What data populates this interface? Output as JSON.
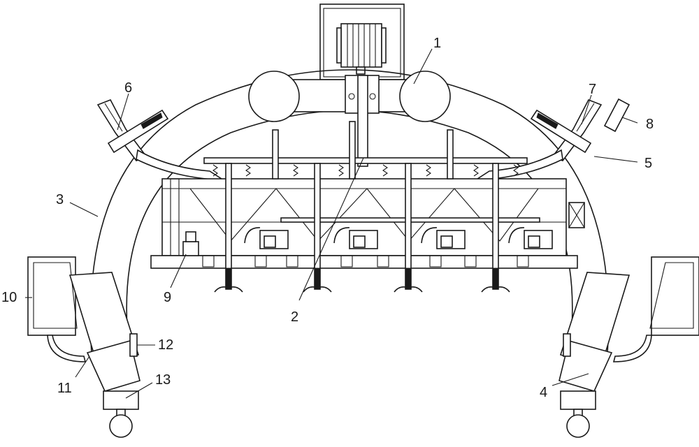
{
  "figure": {
    "background": "#ffffff",
    "line_color": "#1a1a1a"
  },
  "labels": {
    "n1": "1",
    "n2": "2",
    "n3": "3",
    "n4": "4",
    "n5": "5",
    "n6": "6",
    "n7": "7",
    "n8": "8",
    "n9": "9",
    "n10": "10",
    "n11": "11",
    "n12": "12",
    "n13": "13"
  }
}
